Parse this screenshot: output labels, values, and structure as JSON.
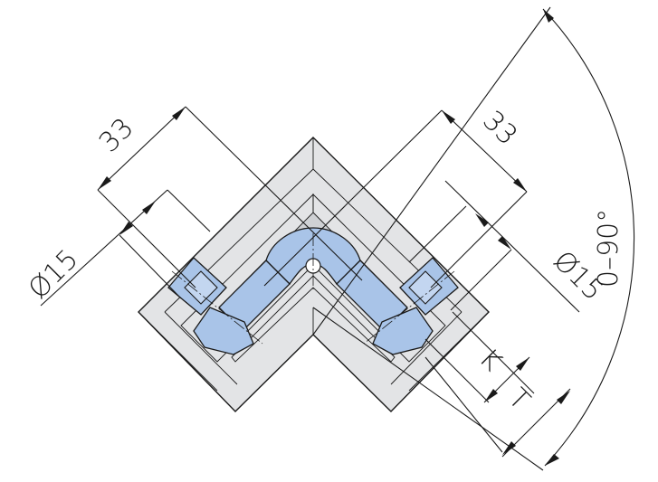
{
  "dimensions": {
    "length_left": "33",
    "length_right": "33",
    "diameter_left": "Ø15",
    "diameter_right": "Ø15",
    "angle": "0–90°",
    "k": "K",
    "t": "T"
  }
}
